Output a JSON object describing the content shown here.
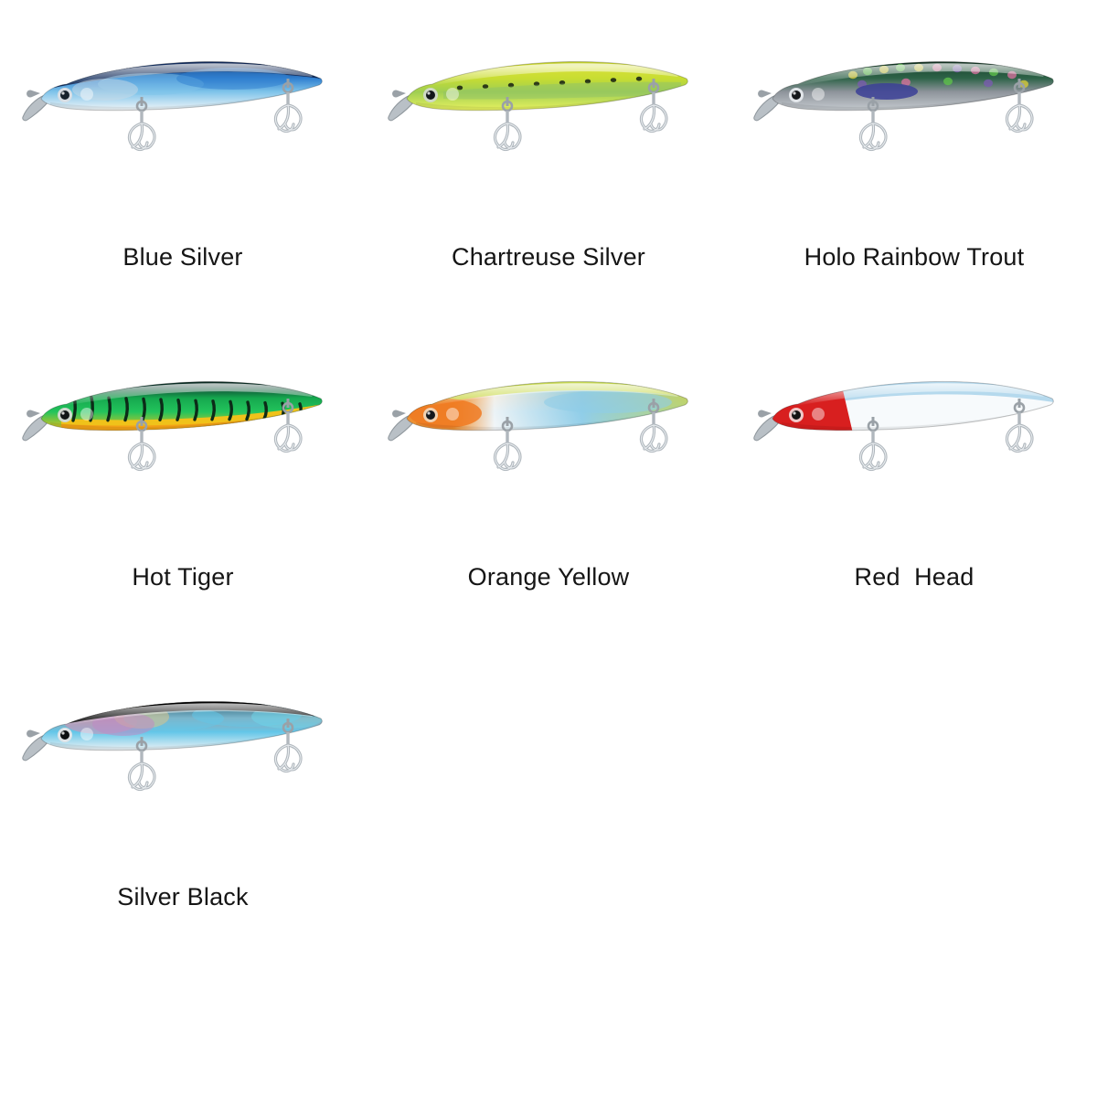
{
  "page": {
    "background": "#ffffff",
    "label_color": "#151515",
    "columns": 3,
    "rows": 3,
    "total_variants": 7,
    "product_type": "fishing lure minnow jerkbait",
    "layout": "color variant grid, image above centered caption"
  },
  "variants": [
    {
      "id": "blue-silver",
      "label": "Blue Silver",
      "row": 1,
      "column": 1,
      "colors": {
        "back": "#1b3f7a",
        "back_dark": "#0d2350",
        "upper": "#2f7fd0",
        "mid": "#7fc4ea",
        "belly": "#f2f6f8",
        "accent": "#c9d9e6",
        "head": "#b8c6d2",
        "eye": "#17222b",
        "eye_ring": "#d8dee4"
      },
      "pattern": "holographic-blue-back"
    },
    {
      "id": "chartreuse-silver",
      "label": "Chartreuse Silver",
      "row": 1,
      "column": 2,
      "colors": {
        "back": "#d7e03a",
        "back_dark": "#b9c822",
        "upper": "#c8dd32",
        "mid": "#9fce52",
        "belly": "#e9f25f",
        "accent": "#8fc06a",
        "head": "#d5e444",
        "eye": "#12161a",
        "eye_ring": "#cfd9c4",
        "spots": "#2d3a18"
      },
      "pattern": "chartreuse-spotted",
      "spot_count": 8
    },
    {
      "id": "holo-rainbow-trout",
      "label": "Holo Rainbow Trout",
      "row": 1,
      "column": 3,
      "colors": {
        "back": "#1d4a33",
        "back_dark": "#102b1d",
        "upper": "#2e6348",
        "mid": "#8e949b",
        "belly": "#c6cbd0",
        "accent": "#3b3f96",
        "head": "#4b5a52",
        "eye": "#15181b",
        "eye_ring": "#e2e6ea",
        "fleck_green": "#5fc24a",
        "fleck_yellow": "#d9cc3a",
        "fleck_pink": "#d6719d",
        "fleck_purple": "#7a5bb0"
      },
      "pattern": "holographic-rainbow-trout"
    },
    {
      "id": "hot-tiger",
      "label": "Hot Tiger",
      "row": 2,
      "column": 1,
      "colors": {
        "back": "#0f3f32",
        "back_dark": "#07231c",
        "upper": "#15a84e",
        "mid": "#23c45c",
        "belly": "#f0c21a",
        "accent": "#f59b16",
        "head": "#17a24c",
        "eye": "#101416",
        "eye_ring": "#cfd8cf",
        "stripes": "#0c2b18"
      },
      "pattern": "tiger-stripe",
      "stripe_count": 14
    },
    {
      "id": "orange-yellow",
      "label": "Orange Yellow",
      "row": 2,
      "column": 2,
      "colors": {
        "back": "#c9d94a",
        "back_dark": "#aab93a",
        "upper": "#f3a43a",
        "mid": "#8fcde8",
        "belly": "#f3f6f8",
        "accent": "#f07a22",
        "head": "#f08a24",
        "eye": "#14181c",
        "eye_ring": "#f1d2b2"
      },
      "pattern": "translucent-orange-head-blue-tail"
    },
    {
      "id": "red-head",
      "label": "Red  Head",
      "row": 2,
      "column": 3,
      "colors": {
        "back": "#a9d2ea",
        "back_dark": "#7fbbdf",
        "upper": "#e6eef4",
        "mid": "#f7fafc",
        "belly": "#ffffff",
        "accent": "#d81f1f",
        "head": "#e01b1b",
        "eye": "#141414",
        "eye_ring": "#f0c9c9"
      },
      "pattern": "red-head-pearl-body"
    },
    {
      "id": "silver-black",
      "label": "Silver Black",
      "row": 3,
      "column": 1,
      "colors": {
        "back": "#16181a",
        "back_dark": "#000000",
        "upper": "#9aa3ad",
        "mid": "#63c6e8",
        "belly": "#eef2f5",
        "accent": "#c08ac4",
        "head": "#aab3bb",
        "eye": "#0d0f11",
        "eye_ring": "#dfe4e8",
        "holo_pink": "#d78fb5",
        "holo_cyan": "#6fd3e8",
        "holo_gold": "#d8c48a"
      },
      "pattern": "holographic-silver-black-back"
    }
  ],
  "hardware": {
    "lip_color": "#b9c0c6",
    "hook_color": "#b0b7bd",
    "hook_highlight": "#e8ecef",
    "ring_color": "#9aa1a7",
    "treble_count_per_lure": 2
  }
}
